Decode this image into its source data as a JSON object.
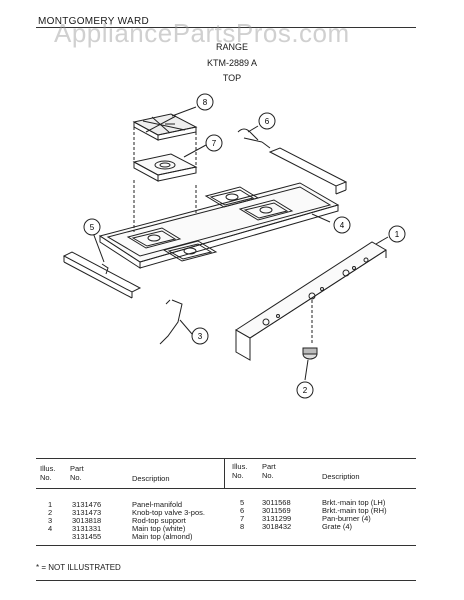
{
  "brand": "MONTGOMERY WARD",
  "watermark": "AppliancePartsPros.com",
  "header": {
    "product": "RANGE",
    "model": "KTM-2889 A",
    "section": "TOP"
  },
  "callouts": [
    "1",
    "2",
    "3",
    "4",
    "5",
    "6",
    "7",
    "8"
  ],
  "table": {
    "columns": {
      "illus": "Illus.\nNo.",
      "part": "Part\nNo.",
      "desc": "Description"
    },
    "left_rows": [
      {
        "illus": "1",
        "part": "3131476",
        "desc": "Panel-manifold"
      },
      {
        "illus": "2",
        "part": "3131473",
        "desc": "Knob-top valve 3-pos."
      },
      {
        "illus": "3",
        "part": "3013818",
        "desc": "Rod-top support"
      },
      {
        "illus": "4",
        "part": "3131331",
        "desc": "Main top (white)"
      },
      {
        "illus": "",
        "part": "3131455",
        "desc": "Main top (almond)"
      }
    ],
    "right_rows": [
      {
        "illus": "5",
        "part": "3011568",
        "desc": "Brkt.-main top (LH)"
      },
      {
        "illus": "6",
        "part": "3011569",
        "desc": "Brkt.-main top (RH)"
      },
      {
        "illus": "7",
        "part": "3131299",
        "desc": "Pan-burner (4)"
      },
      {
        "illus": "8",
        "part": "3018432",
        "desc": "Grate (4)"
      }
    ]
  },
  "footnote": "* = NOT ILLUSTRATED"
}
